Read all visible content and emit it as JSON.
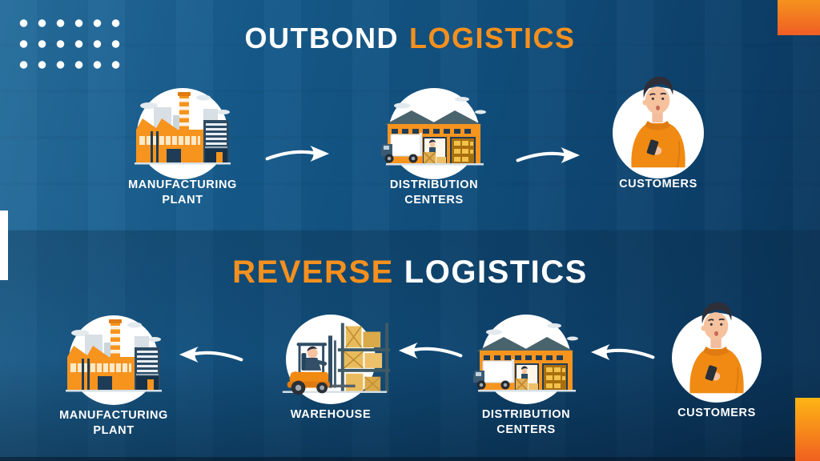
{
  "titles": {
    "outbound": {
      "first": "OUTBOND",
      "second": "LOGISTICS"
    },
    "reverse": {
      "first": "REVERSE",
      "second": "LOGISTICS"
    }
  },
  "outbound_flow": {
    "direction": "right",
    "nodes": [
      {
        "icon": "factory-illustration",
        "label_lines": [
          "MANUFACTURING",
          "PLANT"
        ]
      },
      {
        "icon": "distribution-center-illustration",
        "label_lines": [
          "DISTRIBUTION",
          "CENTERS"
        ]
      },
      {
        "icon": "customer-illustration",
        "label_lines": [
          "CUSTOMERS"
        ]
      }
    ]
  },
  "reverse_flow": {
    "direction": "left",
    "nodes": [
      {
        "icon": "factory-illustration",
        "label_lines": [
          "MANUFACTURING",
          "PLANT"
        ]
      },
      {
        "icon": "warehouse-forklift-illustration",
        "label_lines": [
          "WAREHOUSE"
        ]
      },
      {
        "icon": "distribution-center-illustration",
        "label_lines": [
          "DISTRIBUTION",
          "CENTERS"
        ]
      },
      {
        "icon": "customer-illustration",
        "label_lines": [
          "CUSTOMERS"
        ]
      }
    ]
  },
  "decorations": {
    "dot_grid": {
      "rows": 3,
      "cols": 6
    },
    "corner_blocks": 2,
    "left_edge_bar": 1
  },
  "colors": {
    "background_blue_light": "#1B6697",
    "background_blue_dark": "#093358",
    "accent_orange": "#F5901E",
    "accent_orange_deep": "#EF5E25",
    "corner_gold": "#FDB515",
    "circle_white": "#FFFFFF",
    "roof_slate": "#4A646D",
    "navy_building": "#2C4B64",
    "crate_tan": "#E8BC5E"
  }
}
